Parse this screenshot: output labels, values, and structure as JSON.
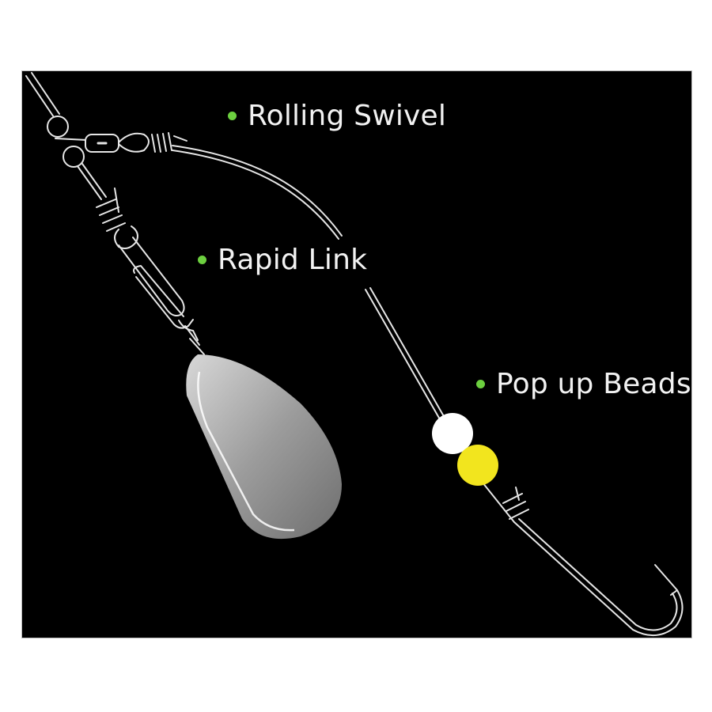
{
  "diagram": {
    "background": "#000000",
    "accent_dot_color": "#6ccf3f",
    "labels": [
      {
        "id": "rolling-swivel",
        "text": "Rolling Swivel"
      },
      {
        "id": "rapid-link",
        "text": "Rapid Link"
      },
      {
        "id": "pop-up-beads",
        "text": "Pop up Beads"
      }
    ],
    "components": {
      "lead_weight": {
        "color": "#9a9a9a"
      },
      "bead_white": {
        "color": "#ffffff"
      },
      "bead_yellow": {
        "color": "#f2e51e"
      },
      "line_color": "#e6e6e6"
    }
  }
}
